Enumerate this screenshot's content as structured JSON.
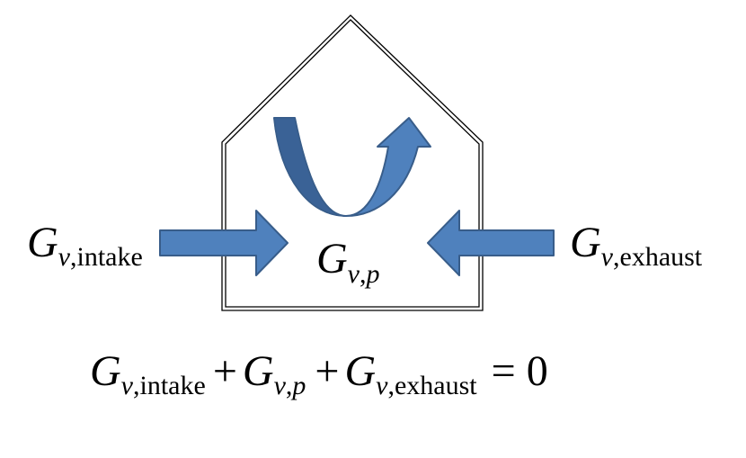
{
  "labels": {
    "intake": {
      "G": "G",
      "sub_v": "v",
      "sub_comma": ",",
      "sub_name": "intake"
    },
    "pressure": {
      "G": "G",
      "sub_v": "v",
      "sub_comma": ",",
      "sub_name": "p"
    },
    "exhaust": {
      "G": "G",
      "sub_v": "v",
      "sub_comma": ",",
      "sub_name": "exhaust"
    }
  },
  "equation": {
    "term1": {
      "G": "G",
      "sub_v": "v",
      "sub_comma": ",",
      "sub_name": "intake"
    },
    "plus1": "+",
    "term2": {
      "G": "G",
      "sub_v": "v",
      "sub_comma": ",",
      "sub_name": "p"
    },
    "plus2": "+",
    "term3": {
      "G": "G",
      "sub_v": "v",
      "sub_comma": ",",
      "sub_name": "exhaust"
    },
    "equals": "=",
    "rhs": "0"
  },
  "colors": {
    "arrow_fill": "#4f81bd",
    "arrow_stroke": "#385d8a",
    "arrow_dark": "#3a6296",
    "house_stroke": "#000000"
  }
}
